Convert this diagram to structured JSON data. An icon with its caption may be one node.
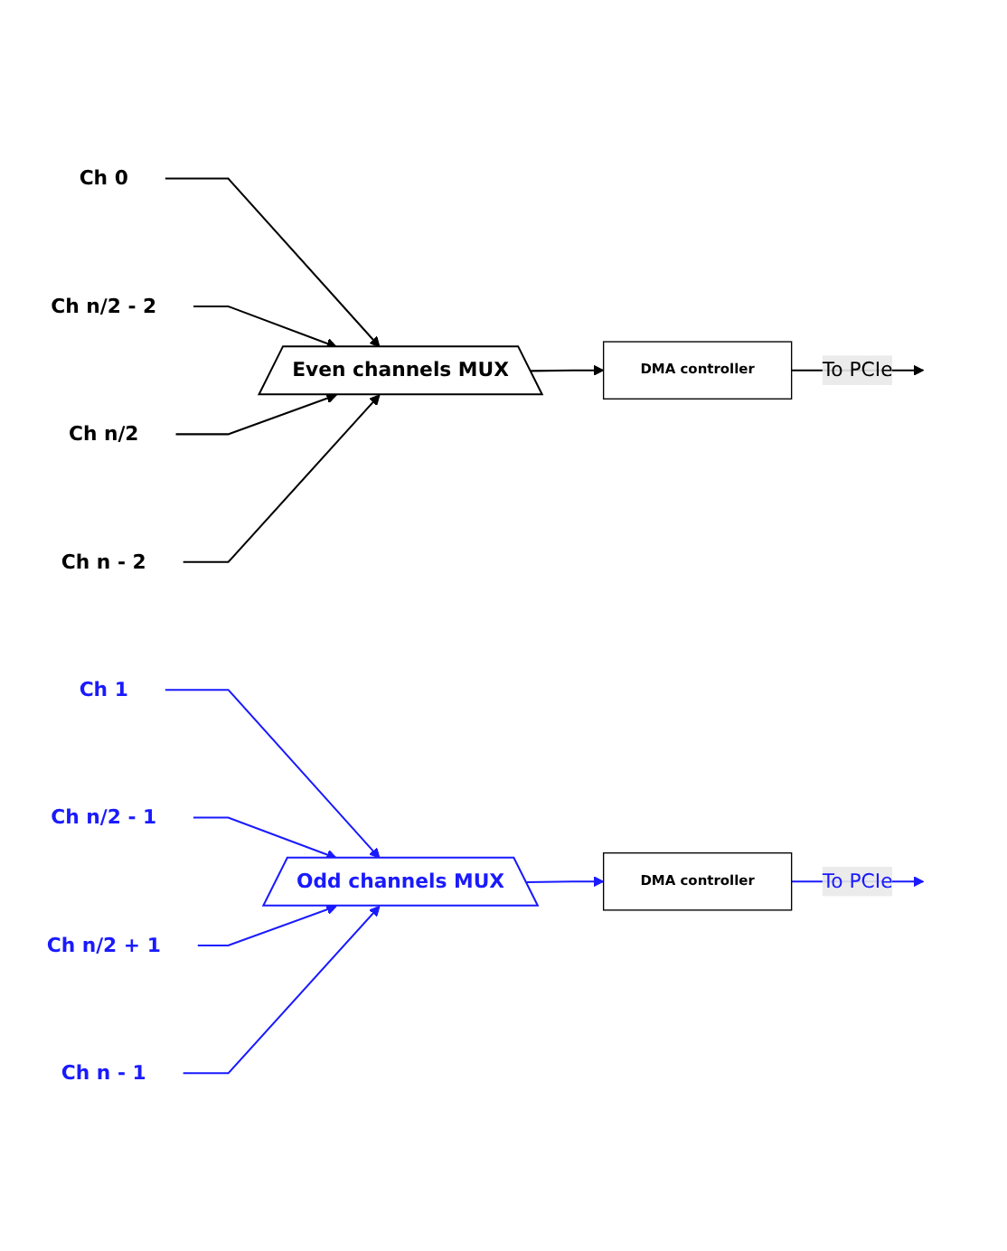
{
  "diagram": {
    "nodes": [
      {
        "text": [
          "Ch 0"
        ]
      },
      {
        "text": [
          "Ch 1"
        ]
      },
      {
        "text": [
          "Ch n/2 - 2"
        ]
      },
      {
        "text": [
          "Ch n/2 - 1"
        ]
      },
      {
        "text": [
          "Ch n/2"
        ]
      },
      {
        "text": [
          "Ch n/2 + 1"
        ]
      },
      {
        "text": [
          "Ch n - 2"
        ]
      },
      {
        "text": [
          "Ch n - 1"
        ]
      },
      {
        "text": [
          "Even channels MUX"
        ]
      },
      {
        "text": [
          "DMA controller"
        ]
      },
      {
        "text": [
          "Odd channels MUX"
        ]
      },
      {
        "text": [
          "DMA controller"
        ]
      }
    ],
    "edges": [
      {
        "from": 0,
        "to": 8,
        "arrow": "to"
      },
      {
        "from": 1,
        "to": 10,
        "arrow": "to",
        "color": "#1a1aff"
      },
      {
        "from": 2,
        "to": 8,
        "arrow": "to"
      },
      {
        "from": 3,
        "to": 10,
        "arrow": "to",
        "color": "#1a1aff"
      },
      {
        "from": 4,
        "to": 8,
        "arrow": "to"
      },
      {
        "from": 5,
        "to": 10,
        "arrow": "to",
        "color": "#1a1aff"
      },
      {
        "from": 6,
        "to": 8,
        "arrow": "to"
      },
      {
        "from": 7,
        "to": 10,
        "arrow": "to",
        "color": "#1a1aff"
      },
      {
        "from": 8,
        "to": 9,
        "arrow": "to"
      },
      {
        "from": 9,
        "to": null,
        "arrow": "to",
        "label": "To PCIe"
      },
      {
        "from": 10,
        "to": 11,
        "arrow": "to",
        "color": "#1a1aff"
      },
      {
        "from": 11,
        "to": null,
        "arrow": "to",
        "label": "To PCIe",
        "color": "#1a1aff"
      }
    ]
  }
}
